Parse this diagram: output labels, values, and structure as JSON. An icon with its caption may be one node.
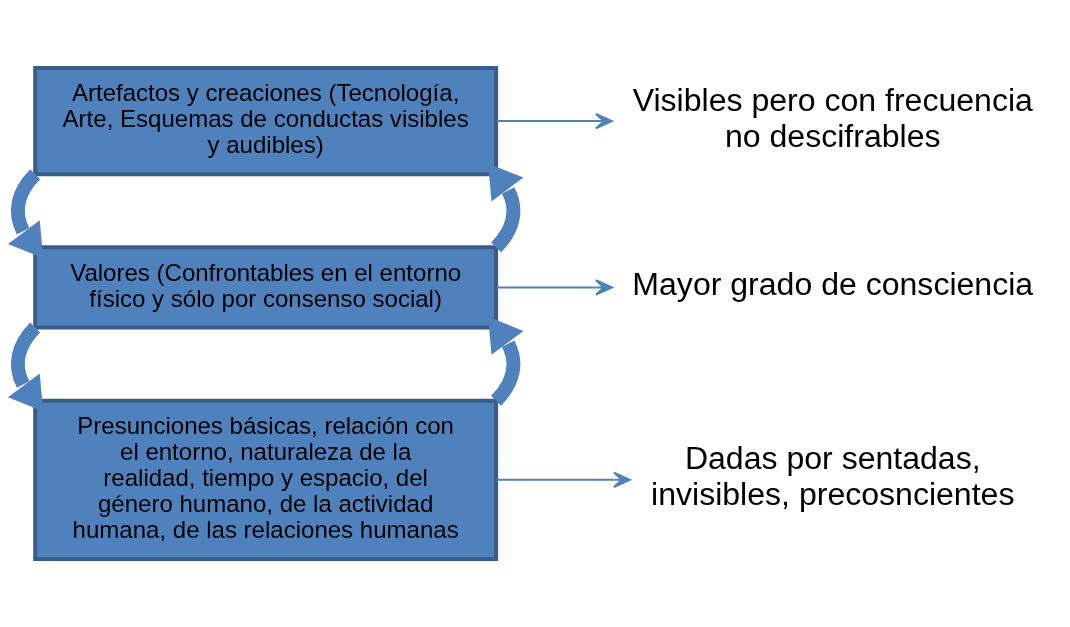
{
  "diagram": {
    "nodes": [
      {
        "text": [
          "Artefactos y creaciones (Tecnología, Arte, Esquemas de conductas visibles y audibles)"
        ]
      },
      {
        "text": [
          "Valores (Confrontables en el entorno físico y sólo por consenso social)"
        ]
      },
      {
        "text": [
          "Presunciones básicas, relación con el entorno, naturaleza de la realidad, tiempo y espacio, del género humano, de la actividad humana, de las relaciones humanas"
        ]
      },
      {
        "text": [
          "Visibles pero con frecuencia no descifrables"
        ]
      },
      {
        "text": [
          "Mayor grado de consciencia"
        ]
      },
      {
        "text": [
          "Dadas por sentadas, invisibles, precosncientes"
        ]
      }
    ],
    "edges": [
      {
        "from": 0,
        "to": 1,
        "arrow": "to"
      },
      {
        "from": 1,
        "to": 0,
        "arrow": "to"
      },
      {
        "from": 1,
        "to": 2,
        "arrow": "to"
      },
      {
        "from": 2,
        "to": 1,
        "arrow": "to"
      },
      {
        "from": 0,
        "to": 3,
        "arrow": "to"
      },
      {
        "from": 1,
        "to": 4,
        "arrow": "to"
      },
      {
        "from": 2,
        "to": 5,
        "arrow": "to"
      }
    ]
  }
}
